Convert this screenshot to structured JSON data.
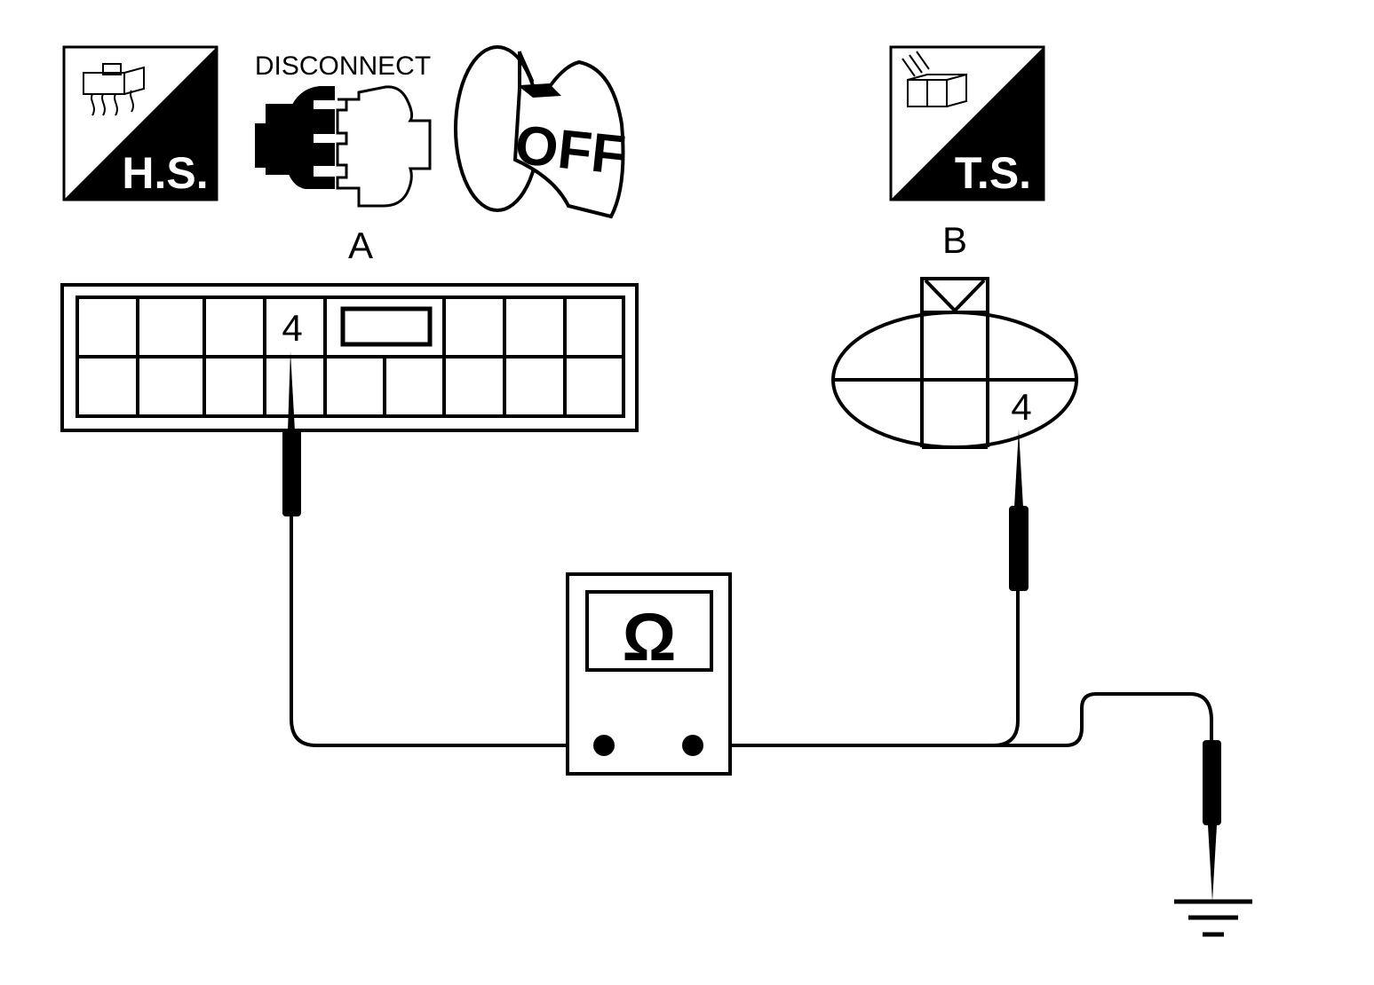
{
  "icons": {
    "harness_side": {
      "label": "H.S.",
      "icon": "harness-side-connector-icon"
    },
    "disconnect": {
      "label": "DISCONNECT",
      "icon": "connector-disconnect-icon"
    },
    "ignition": {
      "label": "OFF",
      "icon": "ignition-key-off-icon"
    },
    "terminal_side": {
      "label": "T.S.",
      "icon": "terminal-side-connector-icon"
    }
  },
  "connector_a": {
    "label": "A",
    "terminal": "4"
  },
  "connector_b": {
    "label": "B",
    "terminal": "4"
  },
  "meter": {
    "symbol": "Ω",
    "icon": "ohmmeter-icon"
  },
  "ground": {
    "icon": "ground-symbol-icon"
  },
  "colors": {
    "ink": "#000000",
    "paper": "#ffffff"
  }
}
